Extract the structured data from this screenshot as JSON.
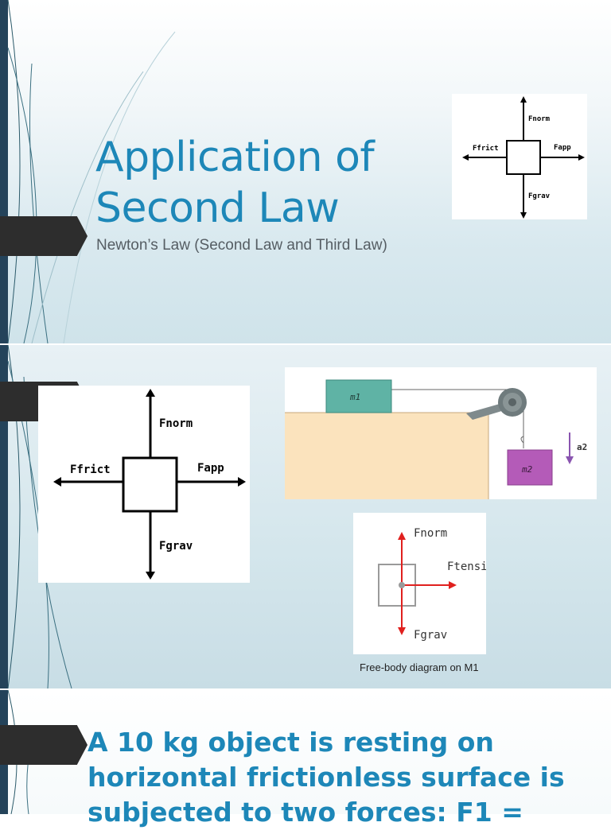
{
  "slide1": {
    "title_line1": "Application of",
    "title_line2": "Second Law",
    "subtitle": "Newton’s Law (Second Law and Third Law)",
    "fbd": {
      "norm_label": "Fnorm",
      "frict_label": "Ffrict",
      "app_label": "Fapp",
      "grav_label": "Fgrav"
    }
  },
  "slide2": {
    "fbd_large": {
      "norm_label": "Fnorm",
      "frict_label": "Ffrict",
      "app_label": "Fapp",
      "grav_label": "Fgrav"
    },
    "pulley_diagram": {
      "m1_label": "m1",
      "m2_label": "m2",
      "accel_label": "a2"
    },
    "fbd_m1": {
      "norm_label": "Fnorm",
      "tension_label": "Ftension",
      "grav_label": "Fgrav"
    },
    "caption": "Free-body diagram on M1"
  },
  "slide3": {
    "text": "A 10 kg object is resting on horizontal frictionless surface is subjected to two forces: F1 ="
  },
  "colors": {
    "accent_blue": "#1d87b8",
    "dark_bar": "#24435a",
    "arrow_tag": "#2d2d2d",
    "block_m1": "#5fb3a5",
    "block_m2": "#b45bb8",
    "table": "#fbe3bd",
    "fbd_arrow_red": "#e0201e"
  }
}
